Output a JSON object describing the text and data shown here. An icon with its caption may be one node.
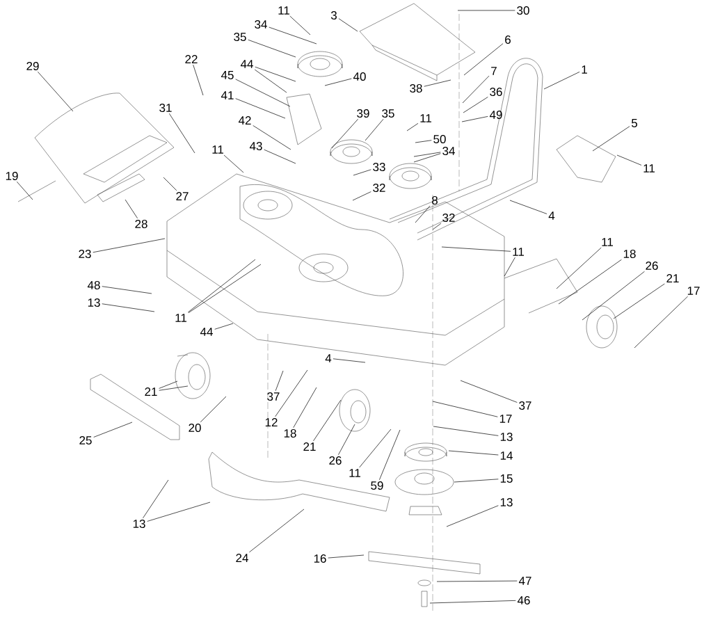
{
  "diagram": {
    "nodes": [
      {
        "text": [
          "11"
        ]
      },
      {
        "text": [
          "34"
        ]
      },
      {
        "text": [
          "35"
        ]
      },
      {
        "text": [
          "3"
        ]
      },
      {
        "text": [
          "30"
        ]
      },
      {
        "text": [
          "29"
        ]
      },
      {
        "text": [
          "22"
        ]
      },
      {
        "text": [
          "44"
        ]
      },
      {
        "text": [
          "45"
        ]
      },
      {
        "text": [
          "40"
        ]
      },
      {
        "text": [
          "6"
        ]
      },
      {
        "text": [
          "1"
        ]
      },
      {
        "text": [
          "38"
        ]
      },
      {
        "text": [
          "7"
        ]
      },
      {
        "text": [
          "36"
        ]
      },
      {
        "text": [
          "41"
        ]
      },
      {
        "text": [
          "31"
        ]
      },
      {
        "text": [
          "39"
        ]
      },
      {
        "text": [
          "35"
        ]
      },
      {
        "text": [
          "49"
        ]
      },
      {
        "text": [
          "11"
        ]
      },
      {
        "text": [
          "42"
        ]
      },
      {
        "text": [
          "5"
        ]
      },
      {
        "text": [
          "50"
        ]
      },
      {
        "text": [
          "43"
        ]
      },
      {
        "text": [
          "11"
        ]
      },
      {
        "text": [
          "34"
        ]
      },
      {
        "text": [
          "11"
        ]
      },
      {
        "text": [
          "33"
        ]
      },
      {
        "text": [
          "19"
        ]
      },
      {
        "text": [
          "32"
        ]
      },
      {
        "text": [
          "27"
        ]
      },
      {
        "text": [
          "8"
        ]
      },
      {
        "text": [
          "4"
        ]
      },
      {
        "text": [
          "32"
        ]
      },
      {
        "text": [
          "28"
        ]
      },
      {
        "text": [
          "11"
        ]
      },
      {
        "text": [
          "11"
        ]
      },
      {
        "text": [
          "23"
        ]
      },
      {
        "text": [
          "18"
        ]
      },
      {
        "text": [
          "26"
        ]
      },
      {
        "text": [
          "21"
        ]
      },
      {
        "text": [
          "48"
        ]
      },
      {
        "text": [
          "17"
        ]
      },
      {
        "text": [
          "13"
        ]
      },
      {
        "text": [
          "11"
        ]
      },
      {
        "text": [
          "44"
        ]
      },
      {
        "text": [
          "4"
        ]
      },
      {
        "text": [
          "21"
        ]
      },
      {
        "text": [
          "37"
        ]
      },
      {
        "text": [
          "37"
        ]
      },
      {
        "text": [
          "12"
        ]
      },
      {
        "text": [
          "20"
        ]
      },
      {
        "text": [
          "17"
        ]
      },
      {
        "text": [
          "18"
        ]
      },
      {
        "text": [
          "13"
        ]
      },
      {
        "text": [
          "25"
        ]
      },
      {
        "text": [
          "21"
        ]
      },
      {
        "text": [
          "14"
        ]
      },
      {
        "text": [
          "26"
        ]
      },
      {
        "text": [
          "11"
        ]
      },
      {
        "text": [
          "15"
        ]
      },
      {
        "text": [
          "59"
        ]
      },
      {
        "text": [
          "13"
        ]
      },
      {
        "text": [
          "13"
        ]
      },
      {
        "text": [
          "24"
        ]
      },
      {
        "text": [
          "16"
        ]
      },
      {
        "text": [
          "47"
        ]
      },
      {
        "text": [
          "46"
        ]
      }
    ],
    "edges": [
      {
        "from": 0,
        "to": null,
        "arrow": "none"
      },
      {
        "from": 1,
        "to": null,
        "arrow": "none"
      },
      {
        "from": 2,
        "to": null,
        "arrow": "none"
      },
      {
        "from": 3,
        "to": null,
        "arrow": "none"
      },
      {
        "from": 4,
        "to": null,
        "arrow": "none"
      },
      {
        "from": 5,
        "to": null,
        "arrow": "none"
      },
      {
        "from": 6,
        "to": null,
        "arrow": "none"
      },
      {
        "from": 7,
        "to": null,
        "arrow": "none"
      },
      {
        "from": 7,
        "to": null,
        "arrow": "none"
      },
      {
        "from": 8,
        "to": null,
        "arrow": "none"
      },
      {
        "from": 9,
        "to": null,
        "arrow": "none"
      },
      {
        "from": 10,
        "to": null,
        "arrow": "none"
      },
      {
        "from": 11,
        "to": null,
        "arrow": "none"
      },
      {
        "from": 12,
        "to": null,
        "arrow": "none"
      },
      {
        "from": 13,
        "to": null,
        "arrow": "none"
      },
      {
        "from": 14,
        "to": null,
        "arrow": "none"
      },
      {
        "from": 15,
        "to": null,
        "arrow": "none"
      },
      {
        "from": 16,
        "to": null,
        "arrow": "none"
      },
      {
        "from": 17,
        "to": null,
        "arrow": "none"
      },
      {
        "from": 18,
        "to": null,
        "arrow": "none"
      },
      {
        "from": 19,
        "to": null,
        "arrow": "none"
      },
      {
        "from": 20,
        "to": null,
        "arrow": "none"
      },
      {
        "from": 21,
        "to": null,
        "arrow": "none"
      },
      {
        "from": 22,
        "to": null,
        "arrow": "none"
      },
      {
        "from": 23,
        "to": null,
        "arrow": "none"
      },
      {
        "from": 24,
        "to": null,
        "arrow": "none"
      },
      {
        "from": 25,
        "to": null,
        "arrow": "none"
      },
      {
        "from": 26,
        "to": null,
        "arrow": "none"
      },
      {
        "from": 26,
        "to": null,
        "arrow": "none"
      },
      {
        "from": 27,
        "to": null,
        "arrow": "none"
      },
      {
        "from": 28,
        "to": null,
        "arrow": "none"
      },
      {
        "from": 29,
        "to": null,
        "arrow": "none"
      },
      {
        "from": 30,
        "to": null,
        "arrow": "none"
      },
      {
        "from": 31,
        "to": null,
        "arrow": "none"
      },
      {
        "from": 32,
        "to": null,
        "arrow": "none"
      },
      {
        "from": 33,
        "to": null,
        "arrow": "none"
      },
      {
        "from": 34,
        "to": null,
        "arrow": "none"
      },
      {
        "from": 35,
        "to": null,
        "arrow": "none"
      },
      {
        "from": 36,
        "to": null,
        "arrow": "none"
      },
      {
        "from": 37,
        "to": null,
        "arrow": "none"
      },
      {
        "from": 37,
        "to": null,
        "arrow": "none"
      },
      {
        "from": 38,
        "to": null,
        "arrow": "none"
      },
      {
        "from": 39,
        "to": null,
        "arrow": "none"
      },
      {
        "from": 40,
        "to": null,
        "arrow": "none"
      },
      {
        "from": 41,
        "to": null,
        "arrow": "none"
      },
      {
        "from": 42,
        "to": null,
        "arrow": "none"
      },
      {
        "from": 43,
        "to": null,
        "arrow": "none"
      },
      {
        "from": 44,
        "to": null,
        "arrow": "none"
      },
      {
        "from": 45,
        "to": null,
        "arrow": "none"
      },
      {
        "from": 45,
        "to": null,
        "arrow": "none"
      },
      {
        "from": 46,
        "to": null,
        "arrow": "none"
      },
      {
        "from": 47,
        "to": null,
        "arrow": "none"
      },
      {
        "from": 48,
        "to": null,
        "arrow": "none"
      },
      {
        "from": 48,
        "to": null,
        "arrow": "none"
      },
      {
        "from": 49,
        "to": null,
        "arrow": "none"
      },
      {
        "from": 50,
        "to": null,
        "arrow": "none"
      },
      {
        "from": 51,
        "to": null,
        "arrow": "none"
      },
      {
        "from": 52,
        "to": null,
        "arrow": "none"
      },
      {
        "from": 53,
        "to": null,
        "arrow": "none"
      },
      {
        "from": 54,
        "to": null,
        "arrow": "none"
      },
      {
        "from": 55,
        "to": null,
        "arrow": "none"
      },
      {
        "from": 56,
        "to": null,
        "arrow": "none"
      },
      {
        "from": 57,
        "to": null,
        "arrow": "none"
      },
      {
        "from": 58,
        "to": null,
        "arrow": "none"
      },
      {
        "from": 59,
        "to": null,
        "arrow": "none"
      },
      {
        "from": 60,
        "to": null,
        "arrow": "none"
      },
      {
        "from": 61,
        "to": null,
        "arrow": "none"
      },
      {
        "from": 62,
        "to": null,
        "arrow": "none"
      },
      {
        "from": 63,
        "to": null,
        "arrow": "none"
      },
      {
        "from": 64,
        "to": null,
        "arrow": "none"
      },
      {
        "from": 64,
        "to": null,
        "arrow": "none"
      },
      {
        "from": 65,
        "to": null,
        "arrow": "none"
      },
      {
        "from": 66,
        "to": null,
        "arrow": "none"
      },
      {
        "from": 67,
        "to": null,
        "arrow": "none"
      },
      {
        "from": 68,
        "to": null,
        "arrow": "none"
      }
    ]
  }
}
